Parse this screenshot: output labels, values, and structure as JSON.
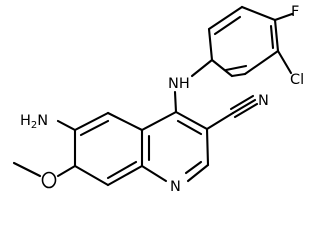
{
  "molecule": {
    "atoms": {
      "F": "F",
      "Cl": "Cl",
      "NH": "NH",
      "N_nitrile": "N",
      "H2N": "H2N",
      "N_ring": "N"
    },
    "colors": {
      "bond": "#000000",
      "label": "#000000",
      "background": "#ffffff"
    }
  }
}
